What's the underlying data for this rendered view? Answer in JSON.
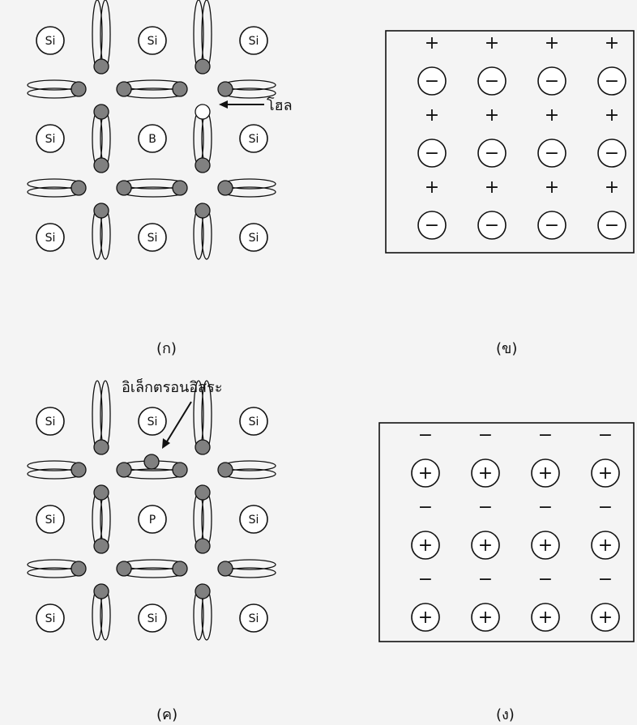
{
  "background_color": "#f4f4f4",
  "electron_color": "#808080",
  "captions": {
    "a": "(ก)",
    "b": "(ข)",
    "c": "(ค)",
    "d": "(ง)"
  },
  "callouts": {
    "hole": "โฮล",
    "free_electron": "อิเล็กตรอนอิสระ"
  },
  "lattice_a": {
    "atoms": [
      [
        "Si",
        "Si",
        "Si"
      ],
      [
        "Si",
        "B",
        "Si"
      ],
      [
        "Si",
        "Si",
        "Si"
      ]
    ],
    "feature": "hole"
  },
  "lattice_c": {
    "atoms": [
      [
        "Si",
        "Si",
        "Si"
      ],
      [
        "Si",
        "P",
        "Si"
      ],
      [
        "Si",
        "Si",
        "Si"
      ]
    ],
    "feature": "free-electron"
  },
  "block_b": {
    "rows": 3,
    "cols": 4,
    "free_symbol": "+",
    "ion_symbol": "−"
  },
  "block_d": {
    "rows": 3,
    "cols": 4,
    "free_symbol": "−",
    "ion_symbol": "+"
  }
}
